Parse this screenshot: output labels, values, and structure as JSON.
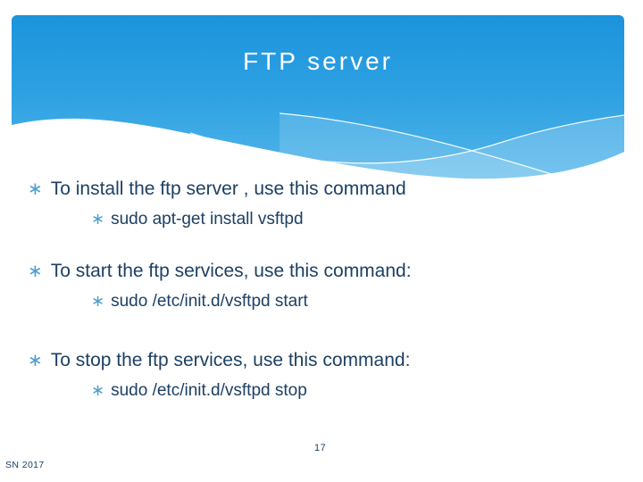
{
  "slide": {
    "title": "FTP server",
    "bullet_glyph": "∗",
    "bullets": [
      {
        "text": "To install the ftp server , use this command",
        "sub": [
          "sudo apt-get install vsftpd"
        ]
      },
      {
        "text": "To start the ftp services, use this command:",
        "sub": [
          "sudo /etc/init.d/vsftpd start"
        ]
      },
      {
        "text": "To stop the ftp services, use this command:",
        "sub": [
          "sudo /etc/init.d/vsftpd stop"
        ]
      }
    ],
    "page_number": "17",
    "footer": "SN 2017",
    "colors": {
      "header_gradient_top": "#1c93dc",
      "header_gradient_bottom": "#58b8eb",
      "title_text": "#ffffff",
      "body_text": "#1d4063",
      "bullet_marker": "#4f9fd1"
    }
  }
}
